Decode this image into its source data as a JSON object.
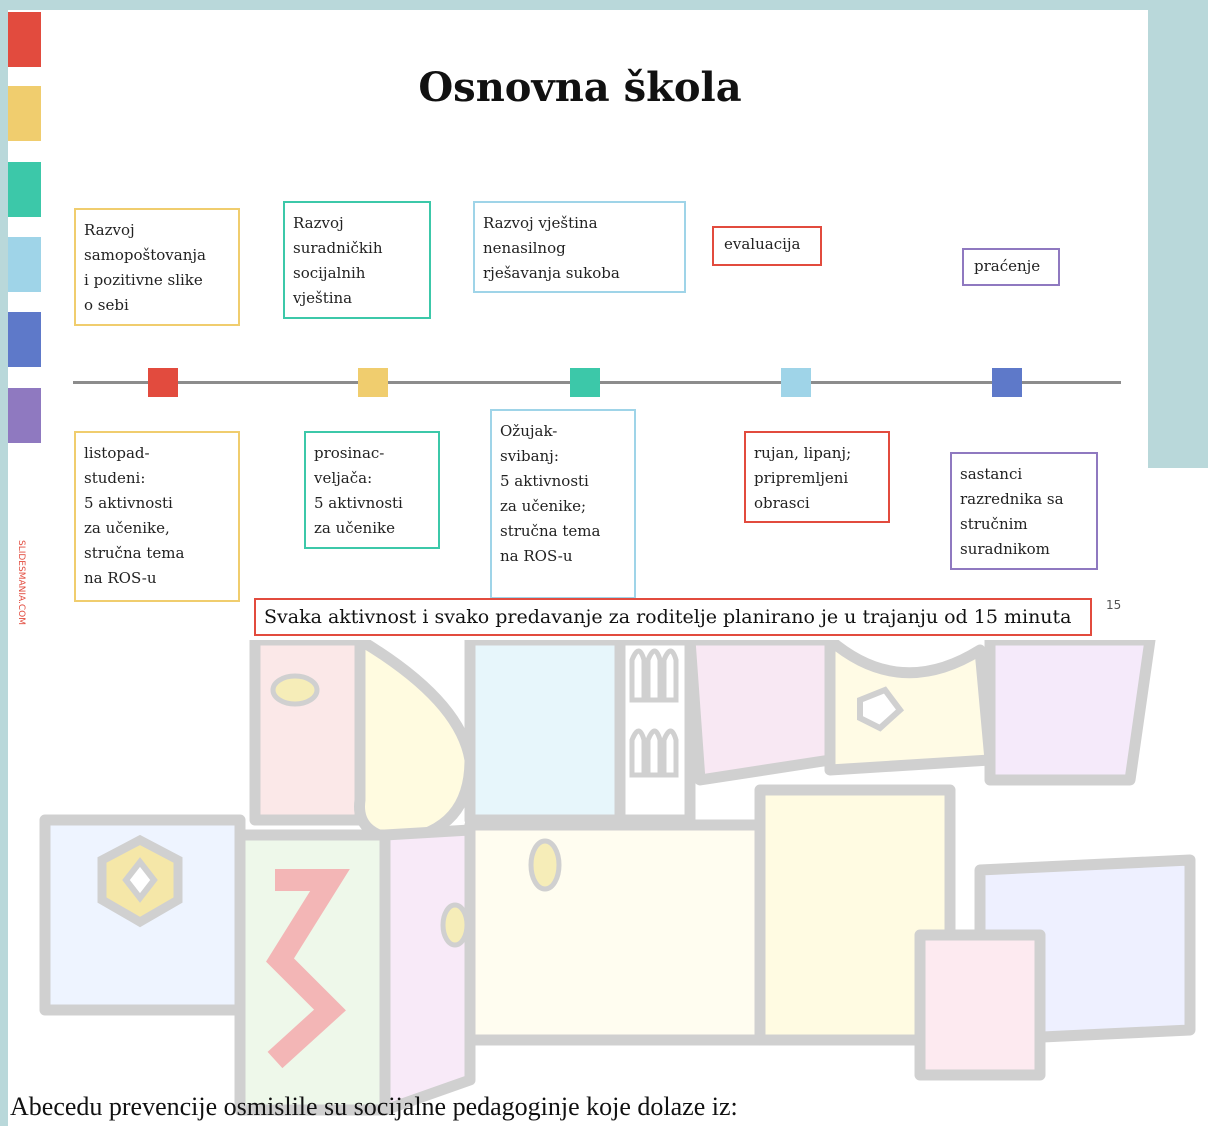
{
  "slide": {
    "title": "Osnovna škola",
    "watermark": "SLIDESMANIA.COM",
    "page_number": "15",
    "note": "Svaka aktivnost i svako predavanje za roditelje planirano je u trajanju od 15 minuta",
    "swatch_colors": [
      "#e24b3e",
      "#f0cd6e",
      "#3cc8a9",
      "#9fd4e8",
      "#5e79c9",
      "#8f79c0"
    ],
    "top_boxes": [
      {
        "text": "Razvoj\nsamopoštovanja\ni pozitivne slike\no sebi",
        "color": "#f0cd6e"
      },
      {
        "text": "Razvoj\nsuradničkih\nsocijalnih\nvještina",
        "color": "#3cc8a9"
      },
      {
        "text": "Razvoj vještina\nnenasilnog\nrješavanja sukoba",
        "color": "#9fd4e8"
      },
      {
        "text": "evaluacija",
        "color": "#e24b3e"
      },
      {
        "text": "praćenje",
        "color": "#8f79c0"
      }
    ],
    "markers": [
      "#e24b3e",
      "#f0cd6e",
      "#3cc8a9",
      "#9fd4e8",
      "#5e79c9"
    ],
    "bottom_boxes": [
      {
        "text": "listopad-\nstudeni:\n5 aktivnosti\nza učenike,\nstručna tema\nna ROS-u",
        "color": "#f0cd6e"
      },
      {
        "text": "prosinac-\nveljača:\n5 aktivnosti\nza učenike",
        "color": "#3cc8a9"
      },
      {
        "text": "Ožujak-\nsvibanj:\n5 aktivnosti\nza učenike;\nstručna tema\nna ROS-u",
        "color": "#9fd4e8"
      },
      {
        "text": "rujan, lipanj;\npripremljeni\nobrasci",
        "color": "#e24b3e"
      },
      {
        "text": "sastanci\nrazrednika sa\nstručnim\nsuradnikom",
        "color": "#8f79c0"
      }
    ]
  },
  "caption": "Abecedu prevencije osmislile su socijalne pedagoginje koje dolaze iz:"
}
